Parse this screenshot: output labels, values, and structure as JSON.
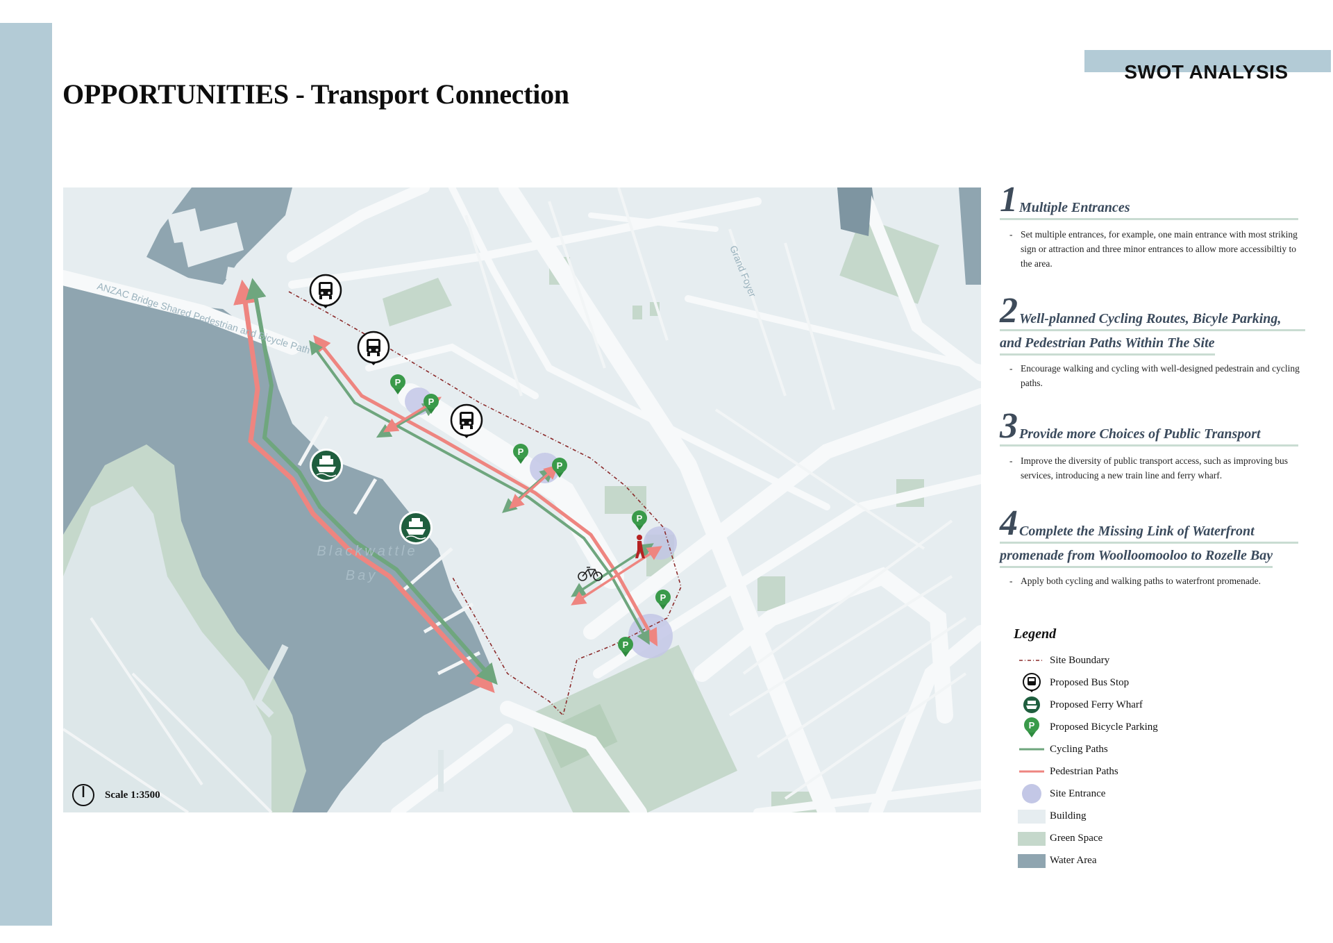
{
  "header": {
    "title": "OPPORTUNITIES - Transport Connection",
    "section_tag": "SWOT ANALYSIS"
  },
  "map": {
    "labels": {
      "bridge_path": "ANZAC Bridge Shared Pedestrian and Bicycle Path",
      "bay_line1": "Blackwattle",
      "bay_line2": "Bay",
      "foyer": "Grand Foyer"
    },
    "scale": "Scale 1:3500",
    "colors": {
      "water": "#8fa5b0",
      "building": "#e6edf0",
      "green_space": "#c5d8cb",
      "road": "#f7f9fa",
      "cycling": "#6fa67e",
      "pedestrian": "#ee8580",
      "entrance": "#c3c7e6",
      "boundary": "#8b2a2a"
    }
  },
  "points": [
    {
      "number": "1",
      "title": "Multiple Entrances",
      "title_line2": "",
      "body": "Set multiple entrances, for example, one main entrance with most striking sign or attraction and three minor entrances to allow more accessibiltiy to the area."
    },
    {
      "number": "2",
      "title": "Well-planned Cycling Routes, Bicyle Parking,",
      "title_line2": "and Pedestrian Paths Within The Site",
      "body": "Encourage walking and cycling with well-designed pedestrain and cycling paths."
    },
    {
      "number": "3",
      "title": "Provide more Choices of Public Transport",
      "title_line2": "",
      "body": "Improve the diversity of public transport access, such as improving bus services, introducing a new train line and ferry wharf."
    },
    {
      "number": "4",
      "title": "Complete the Missing Link of Waterfront",
      "title_line2": "promenade from Woolloomooloo to Rozelle Bay",
      "body": "Apply both cycling and walking paths to waterfront promenade."
    }
  ],
  "legend": {
    "title": "Legend",
    "items": [
      {
        "label": "Site Boundary",
        "icon": "site-boundary-icon"
      },
      {
        "label": "Proposed Bus Stop",
        "icon": "bus-stop-icon"
      },
      {
        "label": "Proposed Ferry Wharf",
        "icon": "ferry-wharf-icon"
      },
      {
        "label": "Proposed Bicycle Parking",
        "icon": "bicycle-parking-icon"
      },
      {
        "label": "Cycling Paths",
        "icon": "cycling-path-icon"
      },
      {
        "label": "Pedestrian Paths",
        "icon": "pedestrian-path-icon"
      },
      {
        "label": "Site Entrance",
        "icon": "site-entrance-icon"
      },
      {
        "label": "Building",
        "icon": "building-swatch-icon"
      },
      {
        "label": "Green Space",
        "icon": "green-space-swatch-icon"
      },
      {
        "label": "Water Area",
        "icon": "water-area-swatch-icon"
      }
    ]
  }
}
